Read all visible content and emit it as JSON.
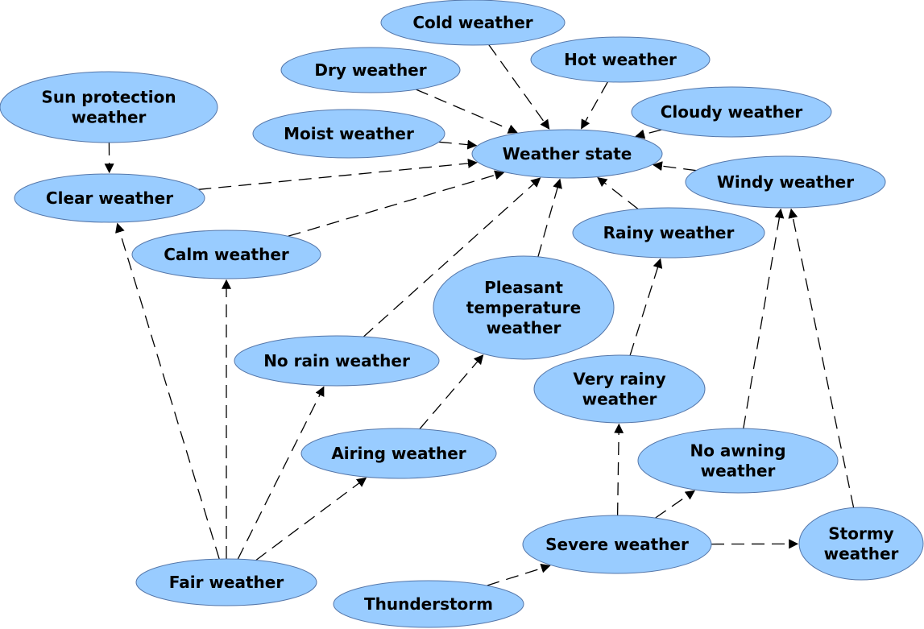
{
  "diagram": {
    "colors": {
      "node_fill": "#99ccff",
      "node_stroke": "#5577aa",
      "edge": "#000000",
      "background": "#ffffff"
    },
    "nodes": [
      {
        "id": "cold-weather",
        "label": [
          "Cold weather"
        ]
      },
      {
        "id": "hot-weather",
        "label": [
          "Hot weather"
        ]
      },
      {
        "id": "dry-weather",
        "label": [
          "Dry weather"
        ]
      },
      {
        "id": "sun-protection-weather",
        "label": [
          "Sun protection",
          "weather"
        ]
      },
      {
        "id": "cloudy-weather",
        "label": [
          "Cloudy weather"
        ]
      },
      {
        "id": "moist-weather",
        "label": [
          "Moist weather"
        ]
      },
      {
        "id": "weather-state",
        "label": [
          "Weather state"
        ]
      },
      {
        "id": "windy-weather",
        "label": [
          "Windy weather"
        ]
      },
      {
        "id": "clear-weather",
        "label": [
          "Clear weather"
        ]
      },
      {
        "id": "rainy-weather",
        "label": [
          "Rainy weather"
        ]
      },
      {
        "id": "calm-weather",
        "label": [
          "Calm weather"
        ]
      },
      {
        "id": "pleasant-temperature-weather",
        "label": [
          "Pleasant",
          "temperature",
          "weather"
        ]
      },
      {
        "id": "no-rain-weather",
        "label": [
          "No rain weather"
        ]
      },
      {
        "id": "very-rainy-weather",
        "label": [
          "Very rainy",
          "weather"
        ]
      },
      {
        "id": "airing-weather",
        "label": [
          "Airing weather"
        ]
      },
      {
        "id": "no-awning-weather",
        "label": [
          "No awning",
          "weather"
        ]
      },
      {
        "id": "severe-weather",
        "label": [
          "Severe weather"
        ]
      },
      {
        "id": "stormy-weather",
        "label": [
          "Stormy",
          "weather"
        ]
      },
      {
        "id": "fair-weather",
        "label": [
          "Fair weather"
        ]
      },
      {
        "id": "thunderstorm",
        "label": [
          "Thunderstorm"
        ]
      }
    ],
    "edges": [
      {
        "from": "cold-weather",
        "to": "weather-state"
      },
      {
        "from": "hot-weather",
        "to": "weather-state"
      },
      {
        "from": "dry-weather",
        "to": "weather-state"
      },
      {
        "from": "cloudy-weather",
        "to": "weather-state"
      },
      {
        "from": "moist-weather",
        "to": "weather-state"
      },
      {
        "from": "windy-weather",
        "to": "weather-state"
      },
      {
        "from": "clear-weather",
        "to": "weather-state"
      },
      {
        "from": "calm-weather",
        "to": "weather-state"
      },
      {
        "from": "rainy-weather",
        "to": "weather-state"
      },
      {
        "from": "no-rain-weather",
        "to": "weather-state"
      },
      {
        "from": "pleasant-temperature-weather",
        "to": "weather-state"
      },
      {
        "from": "sun-protection-weather",
        "to": "clear-weather"
      },
      {
        "from": "fair-weather",
        "to": "clear-weather"
      },
      {
        "from": "fair-weather",
        "to": "calm-weather"
      },
      {
        "from": "fair-weather",
        "to": "no-rain-weather"
      },
      {
        "from": "fair-weather",
        "to": "airing-weather"
      },
      {
        "from": "airing-weather",
        "to": "pleasant-temperature-weather"
      },
      {
        "from": "very-rainy-weather",
        "to": "rainy-weather"
      },
      {
        "from": "severe-weather",
        "to": "very-rainy-weather"
      },
      {
        "from": "severe-weather",
        "to": "no-awning-weather"
      },
      {
        "from": "severe-weather",
        "to": "stormy-weather"
      },
      {
        "from": "no-awning-weather",
        "to": "windy-weather"
      },
      {
        "from": "stormy-weather",
        "to": "windy-weather"
      },
      {
        "from": "thunderstorm",
        "to": "severe-weather"
      }
    ]
  }
}
